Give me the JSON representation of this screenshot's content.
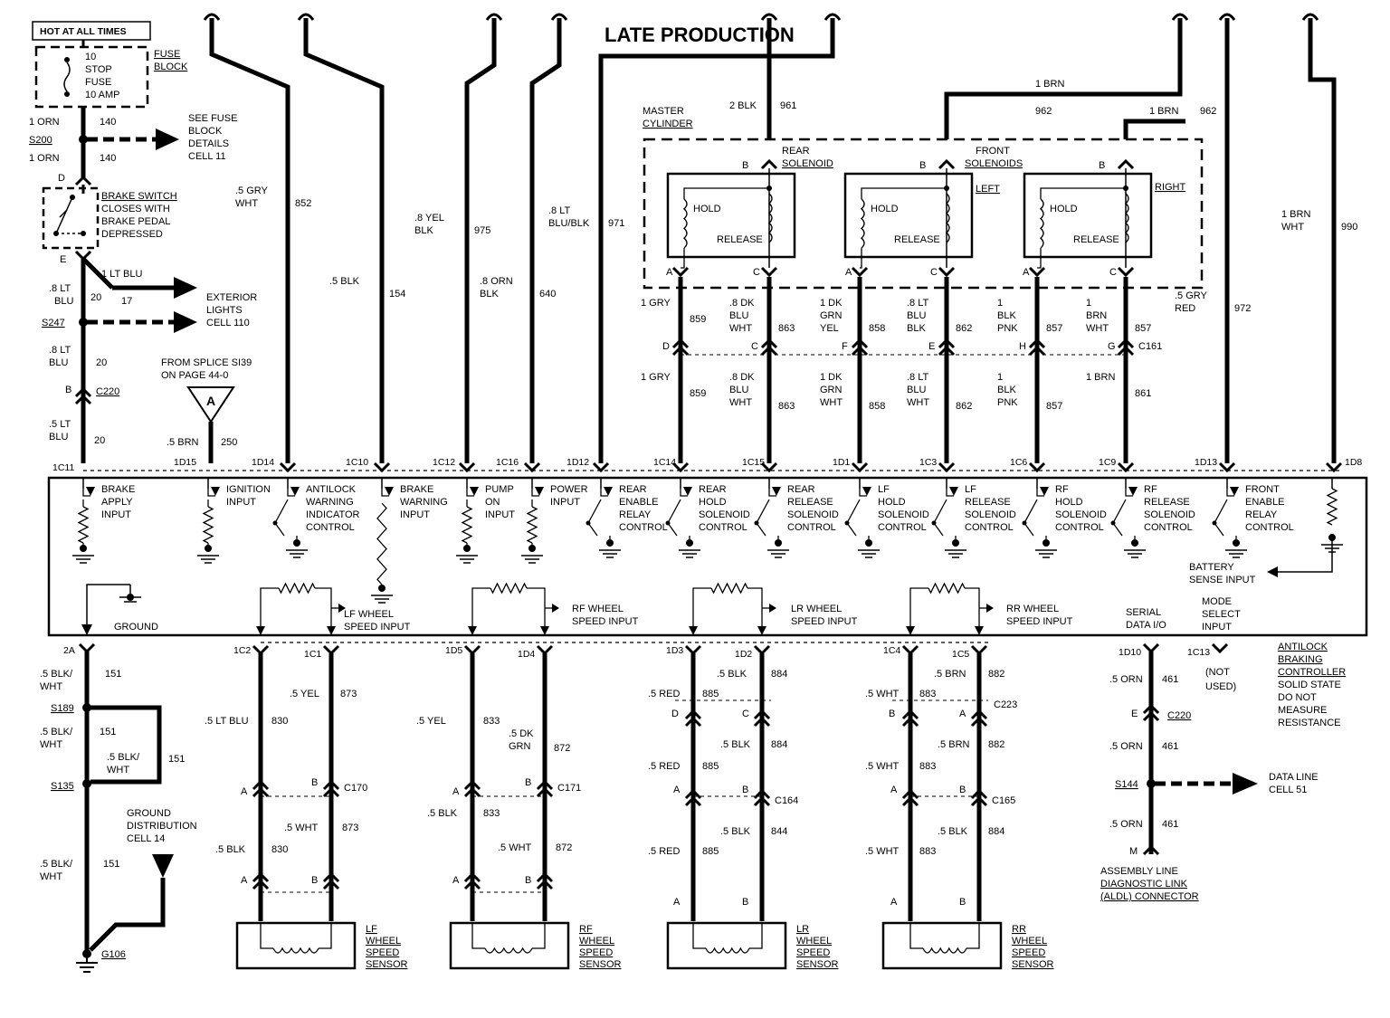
{
  "title": "LATE PRODUCTION",
  "fuse": {
    "hot": "HOT AT ALL TIMES",
    "block_label": [
      "FUSE",
      "BLOCK"
    ],
    "fuse_text": [
      "10",
      "STOP",
      "FUSE",
      "10 AMP"
    ],
    "see_text": [
      "SEE FUSE",
      "BLOCK",
      "DETAILS",
      "CELL 11"
    ],
    "wire1": "1 ORN",
    "circuit1": "140",
    "wire2": "1 ORN",
    "circuit2": "140",
    "splice": "S200"
  },
  "brake_switch": {
    "lines": [
      "BRAKE SWITCH",
      "CLOSES WITH",
      "BRAKE PEDAL",
      "DEPRESSED"
    ],
    "pin_d": "D",
    "pin_e": "E"
  },
  "left_column": {
    "w_lt_blu": "1 LT BLU",
    "c17": "17",
    "ext_lights": [
      "EXTERIOR",
      "LIGHTS",
      "CELL 110"
    ],
    "w_a1": ".8 LT",
    "w_a2": "BLU",
    "c20a": "20",
    "s247": "S247",
    "w_b1": ".8 LT",
    "w_b2": "BLU",
    "c20b": "20",
    "pin_b": "B",
    "c220": "C220",
    "w_c1": ".5 LT",
    "w_c2": "BLU",
    "c20c": "20",
    "pin_1c11": "1C11",
    "from_splice": [
      "FROM SPLICE SI39",
      "ON PAGE 44-0"
    ],
    "tri_letter": "A",
    "w_brn": ".5 BRN",
    "c250": "250",
    "pin_1d15": "1D15"
  },
  "top_wires": [
    {
      "w1": ".5 GRY",
      "w2": "WHT",
      "circuit": "852",
      "pin": "1D14"
    },
    {
      "w1": ".5 BLK",
      "w2": "",
      "circuit": "154",
      "pin": "1C10"
    },
    {
      "w1": ".8 YEL",
      "w2": "BLK",
      "circuit": "975",
      "pin": "1C12"
    },
    {
      "w1": ".8 ORN",
      "w2": "BLK",
      "circuit": "640",
      "pin": "1C16"
    },
    {
      "w1": ".8 LT",
      "w2": "BLU/BLK",
      "circuit": "971",
      "pin": "1D12"
    },
    {
      "w1": ".5 GRY",
      "w2": "RED",
      "circuit": "972",
      "pin": "1D13"
    },
    {
      "w1": "1 BRN",
      "w2": "WHT",
      "circuit": "990",
      "pin": "1D8"
    }
  ],
  "master_cylinder": {
    "label": [
      "MASTER",
      "CYLINDER"
    ],
    "wire_rear": "2 BLK",
    "c961": "961",
    "wire_front": "1 BRN",
    "c962a": "962",
    "wire_right": "1 BRN",
    "c962b": "962",
    "rear": [
      "REAR",
      "SOLENOID"
    ],
    "front": [
      "FRONT",
      "SOLENOIDS"
    ],
    "left": "LEFT",
    "right": "RIGHT",
    "hold": "HOLD",
    "release": "RELEASE",
    "pin_a": "A",
    "pin_b": "B",
    "pin_c": "C"
  },
  "solenoid_wires": [
    {
      "w1": "1 GRY",
      "w2": "",
      "w3": "",
      "circuit": "859",
      "pin": "D",
      "lw1": "1 GRY",
      "lw2": "",
      "lw3": "",
      "lcircuit": "859",
      "ecm": "1C14"
    },
    {
      "w1": ".8 DK",
      "w2": "BLU",
      "w3": "WHT",
      "circuit": "863",
      "pin": "C",
      "lw1": ".8 DK",
      "lw2": "BLU",
      "lw3": "WHT",
      "lcircuit": "863",
      "ecm": "1C15"
    },
    {
      "w1": "1 DK",
      "w2": "GRN",
      "w3": "YEL",
      "circuit": "858",
      "pin": "F",
      "lw1": "1 DK",
      "lw2": "GRN",
      "lw3": "WHT",
      "lcircuit": "858",
      "ecm": "1D1"
    },
    {
      "w1": ".8 LT",
      "w2": "BLU",
      "w3": "BLK",
      "circuit": "862",
      "pin": "E",
      "lw1": ".8 LT",
      "lw2": "BLU",
      "lw3": "WHT",
      "lcircuit": "862",
      "ecm": "1C3"
    },
    {
      "w1": "1",
      "w2": "BLK",
      "w3": "PNK",
      "circuit": "857",
      "pin": "H",
      "lw1": "1",
      "lw2": "BLK",
      "lw3": "PNK",
      "lcircuit": "857",
      "ecm": "1C6"
    },
    {
      "w1": "1",
      "w2": "BRN",
      "w3": "WHT",
      "circuit": "857",
      "pin": "G",
      "lw1": "1 BRN",
      "lw2": "",
      "lw3": "",
      "lcircuit": "861",
      "ecm": "1C9"
    }
  ],
  "c161": "C161",
  "controller_inputs": [
    [
      "BRAKE",
      "APPLY",
      "INPUT"
    ],
    [
      "IGNITION",
      "INPUT"
    ],
    [
      "ANTILOCK",
      "WARNING",
      "INDICATOR",
      "CONTROL"
    ],
    [
      "BRAKE",
      "WARNING",
      "INPUT"
    ],
    [
      "PUMP",
      "ON",
      "INPUT"
    ],
    [
      "POWER",
      "INPUT"
    ],
    [
      "REAR",
      "ENABLE",
      "RELAY",
      "CONTROL"
    ],
    [
      "REAR",
      "HOLD",
      "SOLENOID",
      "CONTROL"
    ],
    [
      "REAR",
      "RELEASE",
      "SOLENOID",
      "CONTROL"
    ],
    [
      "LF",
      "HOLD",
      "SOLENOID",
      "CONTROL"
    ],
    [
      "LF",
      "RELEASE",
      "SOLENOID",
      "CONTROL"
    ],
    [
      "RF",
      "HOLD",
      "SOLENOID",
      "CONTROL"
    ],
    [
      "RF",
      "RELEASE",
      "SOLENOID",
      "CONTROL"
    ],
    [
      "FRONT",
      "ENABLE",
      "RELAY",
      "CONTROL"
    ]
  ],
  "controller_bottom": {
    "ground": "GROUND",
    "lf": [
      "LF WHEEL",
      "SPEED INPUT"
    ],
    "rf": [
      "RF WHEEL",
      "SPEED INPUT"
    ],
    "lr": [
      "LR WHEEL",
      "SPEED INPUT"
    ],
    "rr": [
      "RR WHEEL",
      "SPEED INPUT"
    ],
    "serial": [
      "SERIAL",
      "DATA I/O"
    ],
    "mode": [
      "MODE",
      "SELECT",
      "INPUT"
    ],
    "battery": [
      "BATTERY",
      "SENSE INPUT"
    ]
  },
  "abc_note": [
    "ANTILOCK",
    "BRAKING",
    "CONTROLLER",
    "SOLID STATE",
    "DO NOT",
    "MEASURE",
    "RESISTANCE"
  ],
  "ground_circuit": {
    "pin": "2A",
    "w1": ".5 BLK/",
    "w2": "WHT",
    "c": "151",
    "s189": "S189",
    "w3": ".5 BLK/",
    "w4": "WHT",
    "c2": "151",
    "w5": ".5 BLK/",
    "w6": "WHT",
    "c3": "151",
    "s135": "S135",
    "w7": ".5 BLK/",
    "w8": "WHT",
    "c4": "151",
    "gd": [
      "GROUND",
      "DISTRIBUTION",
      "CELL 14"
    ],
    "g106": "G106"
  },
  "sensors": [
    {
      "p1": "1C2",
      "p2": "1C1",
      "w1": ".5 LT BLU",
      "c1": "830",
      "w2": ".5 YEL",
      "c2": "873",
      "conn": "C170",
      "lw1": ".5 BLK",
      "lc1": "830",
      "lw2": ".5 WHT",
      "lc2": "873",
      "name": [
        "LF",
        "WHEEL",
        "SPEED",
        "SENSOR"
      ]
    },
    {
      "p1": "1D5",
      "p2": "1D4",
      "w1": ".5 YEL",
      "c1": "833",
      "w2a": ".5 DK",
      "w2b": "GRN",
      "c2": "872",
      "conn": "C171",
      "lw1": ".5 BLK",
      "lc1": "833",
      "lw2": ".5 WHT",
      "lc2": "872",
      "name": [
        "RF",
        "WHEEL",
        "SPEED",
        "SENSOR"
      ]
    },
    {
      "p1": "1D3",
      "p2": "1D2",
      "w1": ".5 RED",
      "c1": "885",
      "w2": ".5 BLK",
      "c2": "884",
      "conn": "C164",
      "mw1": ".5 RED",
      "mc1": "885",
      "mw2": ".5 BLK",
      "mc2": "884",
      "lw1": ".5 RED",
      "lc1": "885",
      "lw2": ".5 BLK",
      "lc2": "844",
      "name": [
        "LR",
        "WHEEL",
        "SPEED",
        "SENSOR"
      ]
    },
    {
      "p1": "1C4",
      "p2": "1C5",
      "w1": ".5 WHT",
      "c1": "883",
      "w2": ".5 BRN",
      "c2": "882",
      "conn": "C223",
      "conn2": "C165",
      "mw1": ".5 WHT",
      "mc1": "883",
      "mw2": ".5 BRN",
      "mc2": "882",
      "lw1": ".5 WHT",
      "lc1": "883",
      "lw2": ".5 BLK",
      "lc2": "884",
      "name": [
        "RR",
        "WHEEL",
        "SPEED",
        "SENSOR"
      ]
    }
  ],
  "aldl": {
    "p1": "1D10",
    "p2": "1C13",
    "not_used": [
      "(NOT",
      "USED)"
    ],
    "w1": ".5 ORN",
    "c1": "461",
    "pin_e": "E",
    "c220": "C220",
    "w2": ".5 ORN",
    "c2": "461",
    "s144": "S144",
    "w3": ".5 ORN",
    "c3": "461",
    "pin_m": "M",
    "data_line": [
      "DATA LINE",
      "CELL 51"
    ],
    "name": [
      "ASSEMBLY LINE",
      "DIAGNOSTIC LINK",
      "(ALDL) CONNECTOR"
    ]
  }
}
